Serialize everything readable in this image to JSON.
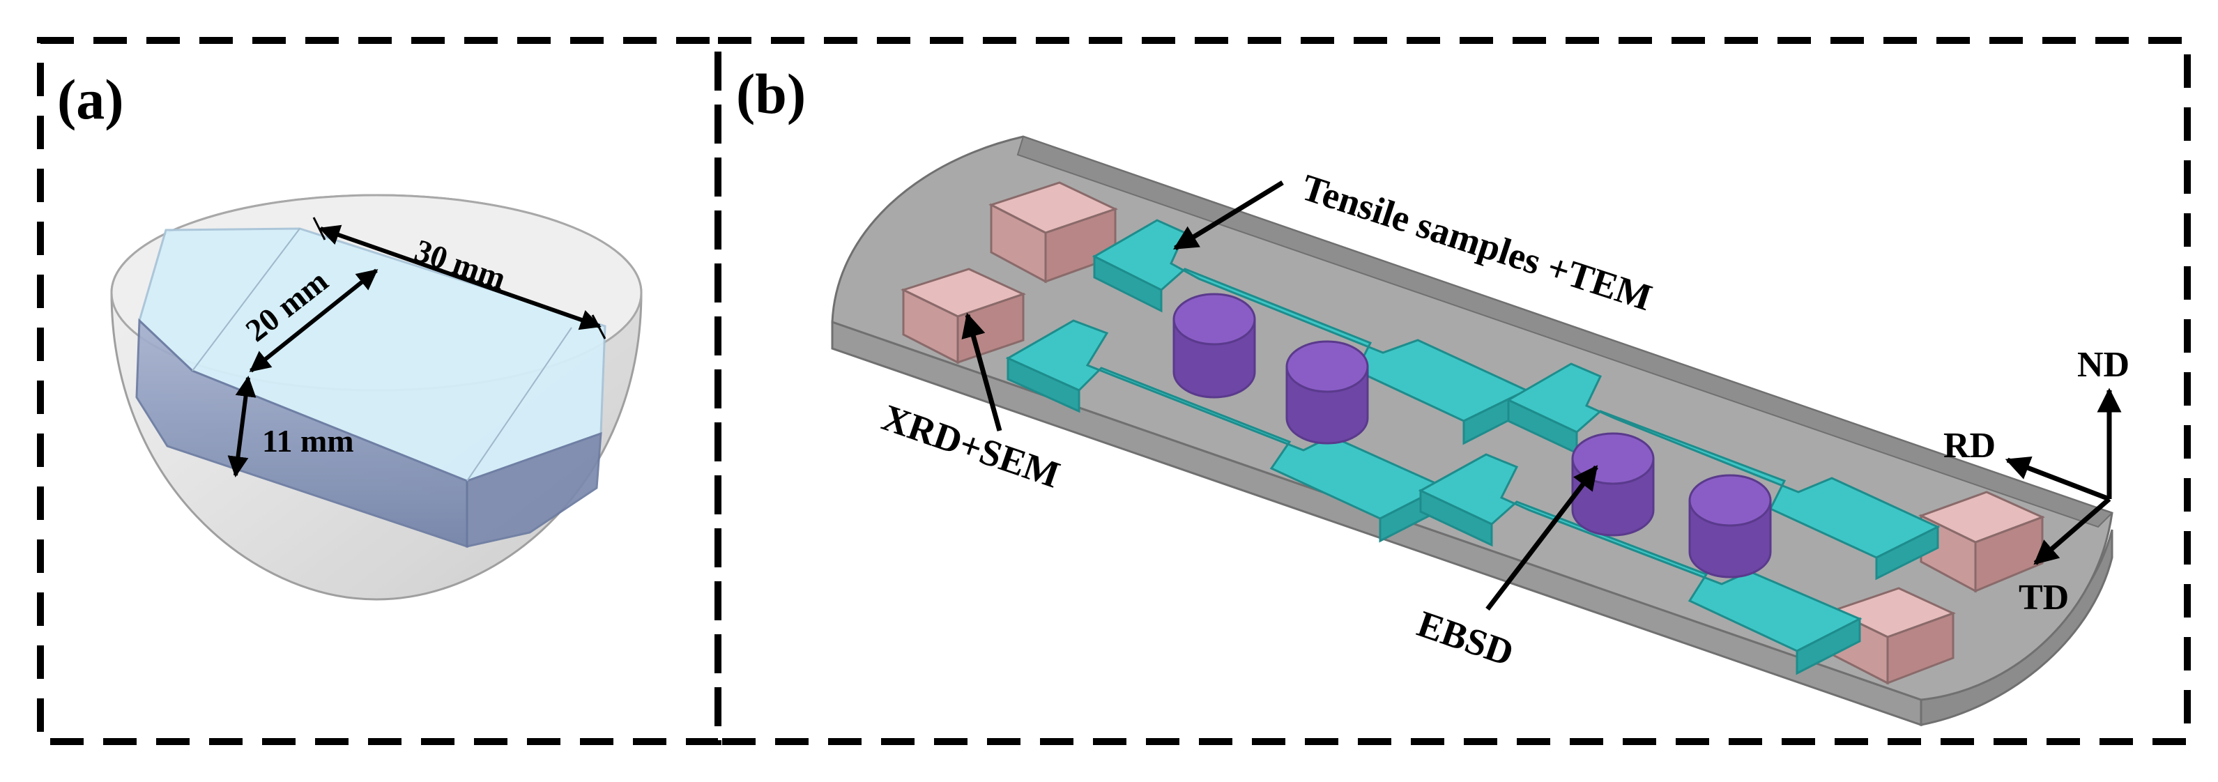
{
  "panel_a": {
    "label": "(a)",
    "dimensions": {
      "length": "30 mm",
      "width": "20 mm",
      "height": "11 mm"
    }
  },
  "panel_b": {
    "label": "(b)",
    "callouts": {
      "tensile": "Tensile samples +TEM",
      "xrd": "XRD+SEM",
      "ebsd": "EBSD"
    },
    "axes": {
      "nd": "ND",
      "rd": "RD",
      "td": "TD"
    }
  },
  "colors": {
    "block_top": "#d4eef9",
    "block_side": "#8593b4",
    "dome": "#e8e8e8",
    "plate_top": "#a8a8a8",
    "plate_side": "#9a9a9a",
    "tensile": "#3ec6c6",
    "ebsd": "#8a5dc6",
    "xrd": "#d4a6a6"
  }
}
